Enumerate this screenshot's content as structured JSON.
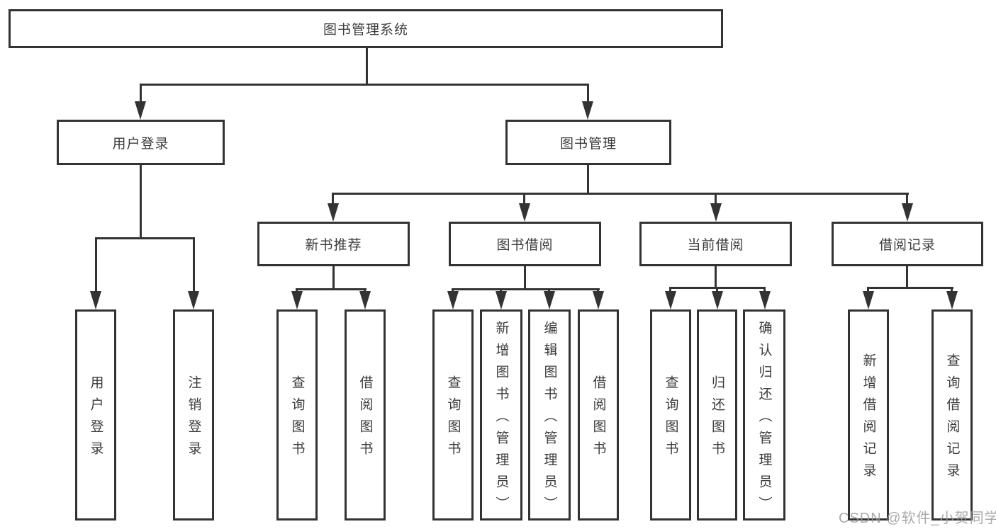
{
  "root": {
    "label": "图书管理系统"
  },
  "branches": {
    "user_login": {
      "label": "用户登录",
      "children": [
        {
          "label": "用户登录"
        },
        {
          "label": "注销登录"
        }
      ]
    },
    "book_management": {
      "label": "图书管理",
      "groups": [
        {
          "label": "新书推荐",
          "children": [
            {
              "label": "查询图书"
            },
            {
              "label": "借阅图书"
            }
          ]
        },
        {
          "label": "图书借阅",
          "children": [
            {
              "label": "查询图书"
            },
            {
              "label": "新增图书（管理员）"
            },
            {
              "label": "编辑图书（管理员）"
            },
            {
              "label": "借阅图书"
            }
          ]
        },
        {
          "label": "当前借阅",
          "children": [
            {
              "label": "查询图书"
            },
            {
              "label": "归还图书"
            },
            {
              "label": "确认归还（管理员）"
            }
          ]
        },
        {
          "label": "借阅记录",
          "children": [
            {
              "label": "新增借阅记录"
            },
            {
              "label": "查询借阅记录"
            }
          ]
        }
      ]
    }
  },
  "watermark": "CSDN @软件_小贺同学",
  "colors": {
    "line": "#333333",
    "text": "#3c3c3c",
    "watermark": "#9b9b9b"
  }
}
